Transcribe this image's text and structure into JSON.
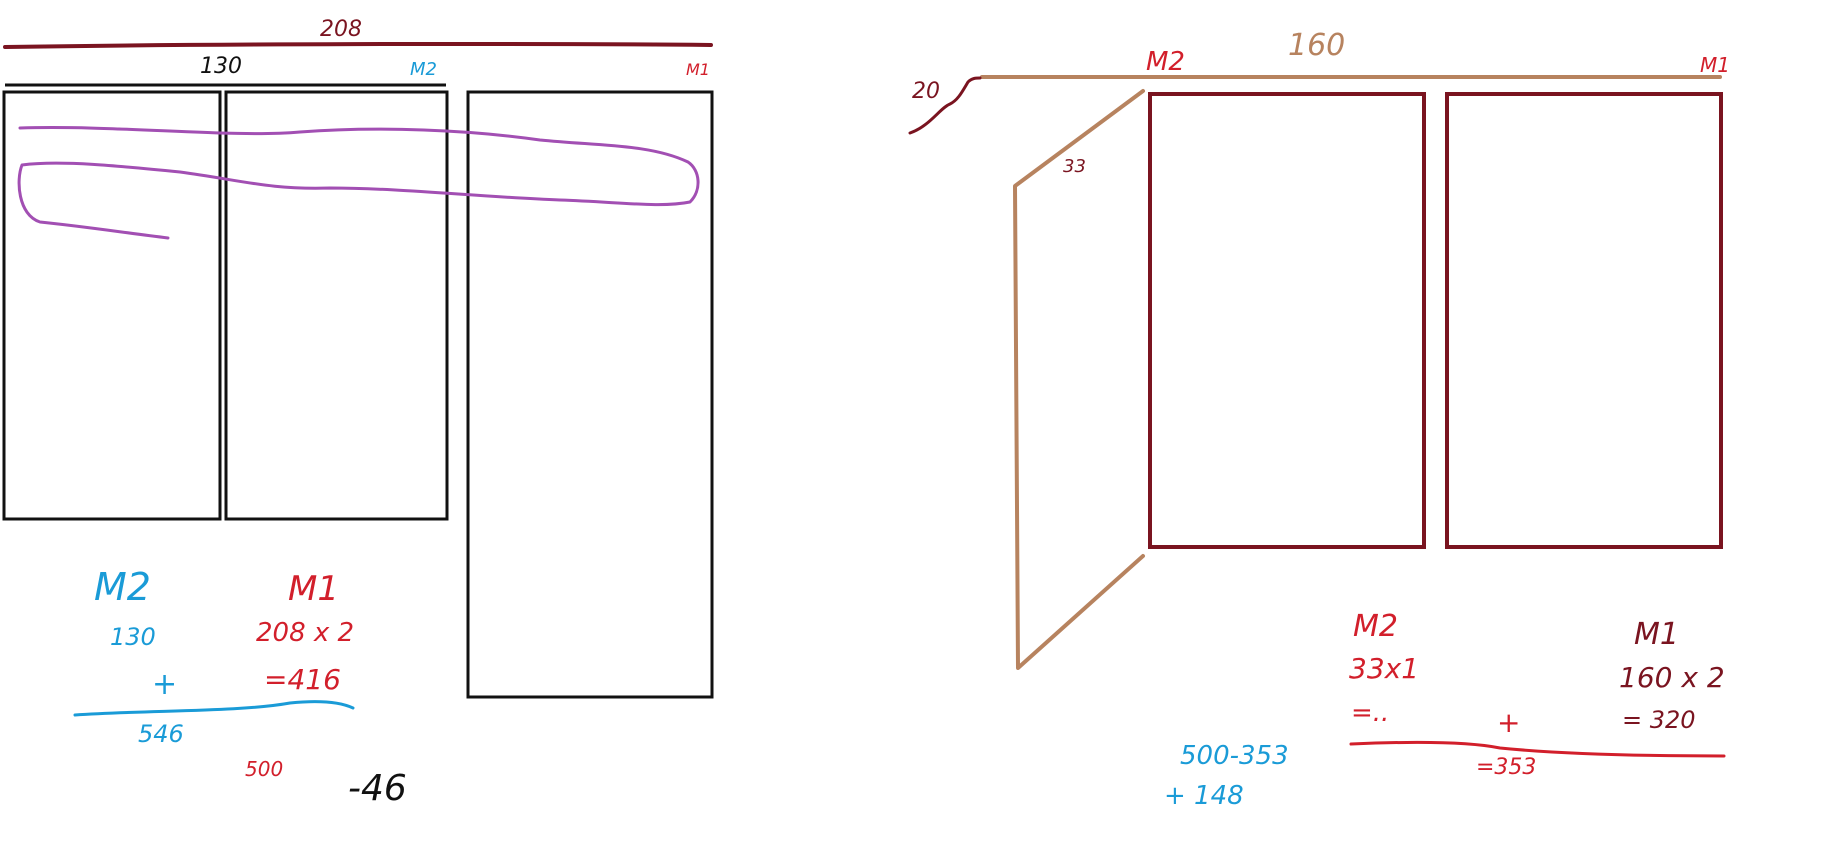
{
  "colors": {
    "black": "#111111",
    "dark_red": "#7a1420",
    "red": "#d21f2b",
    "blue": "#1a9bd7",
    "purple": "#a24fb3",
    "tan": "#b7835f"
  },
  "left_sketch": {
    "top_length": "208",
    "inner_length": "130",
    "label_m2": "M2",
    "label_m1": "M1",
    "calc": {
      "m2_title": "M2",
      "m2_value": "130",
      "m1_title": "M1",
      "m1_expr": "208 x 2",
      "m1_result": "=416",
      "plus": "+",
      "sum": "546",
      "budget": "500",
      "diff": "-46"
    }
  },
  "right_sketch": {
    "top_length": "160",
    "corner_length": "20",
    "side_length": "33",
    "label_m2": "M2",
    "label_m1": "M1",
    "calc": {
      "m2_title": "M2",
      "m2_expr": "33x1",
      "m2_result": "=..",
      "m1_title": "M1",
      "m1_expr": "160 x 2",
      "m1_result": "= 320",
      "plus": "+",
      "sum": "=353",
      "budget_expr": "500-353",
      "remainder": "+ 148"
    }
  }
}
